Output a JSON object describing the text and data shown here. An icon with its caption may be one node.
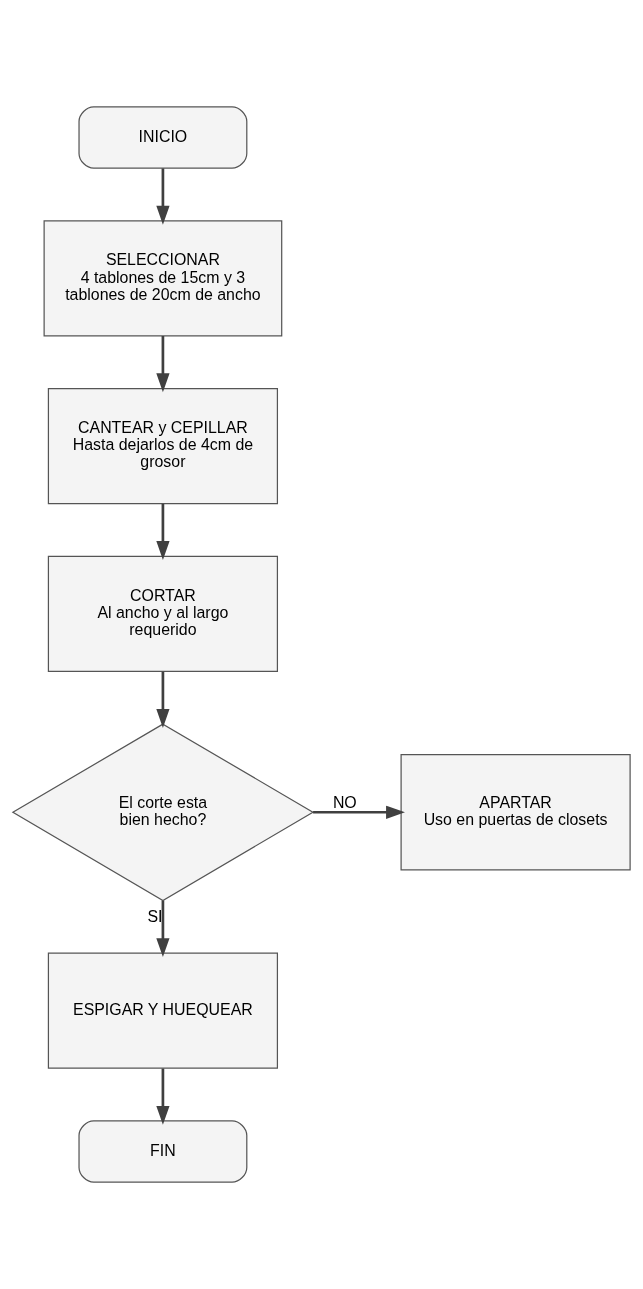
{
  "diagram": {
    "nodes": [
      {
        "text": [
          "INICIO"
        ]
      },
      {
        "text": [
          "SELECCIONAR",
          "4 tablones de 15cm y 3 tablones de 20cm de ancho"
        ]
      },
      {
        "text": [
          "CANTEAR y CEPILLAR",
          "Hasta dejarlos de 4cm de grosor"
        ]
      },
      {
        "text": [
          "CORTAR",
          "Al ancho y al largo requerido"
        ]
      },
      {
        "text": [
          "El corte esta bien hecho?"
        ]
      },
      {
        "text": [
          "APARTAR",
          "Uso en puertas de closets"
        ]
      },
      {
        "text": [
          "ESPIGAR Y HUEQUEAR"
        ]
      },
      {
        "text": [
          "FIN"
        ]
      }
    ],
    "edges": [
      {
        "from": 0,
        "to": 1,
        "arrow": "to"
      },
      {
        "from": 1,
        "to": 2,
        "arrow": "to"
      },
      {
        "from": 2,
        "to": 3,
        "arrow": "to"
      },
      {
        "from": 3,
        "to": 4,
        "arrow": "to"
      },
      {
        "from": 4,
        "to": 5,
        "arrow": "to",
        "label": "NO"
      },
      {
        "from": 4,
        "to": 6,
        "arrow": "to",
        "label": "SI"
      },
      {
        "from": 6,
        "to": 7,
        "arrow": "to"
      }
    ]
  }
}
